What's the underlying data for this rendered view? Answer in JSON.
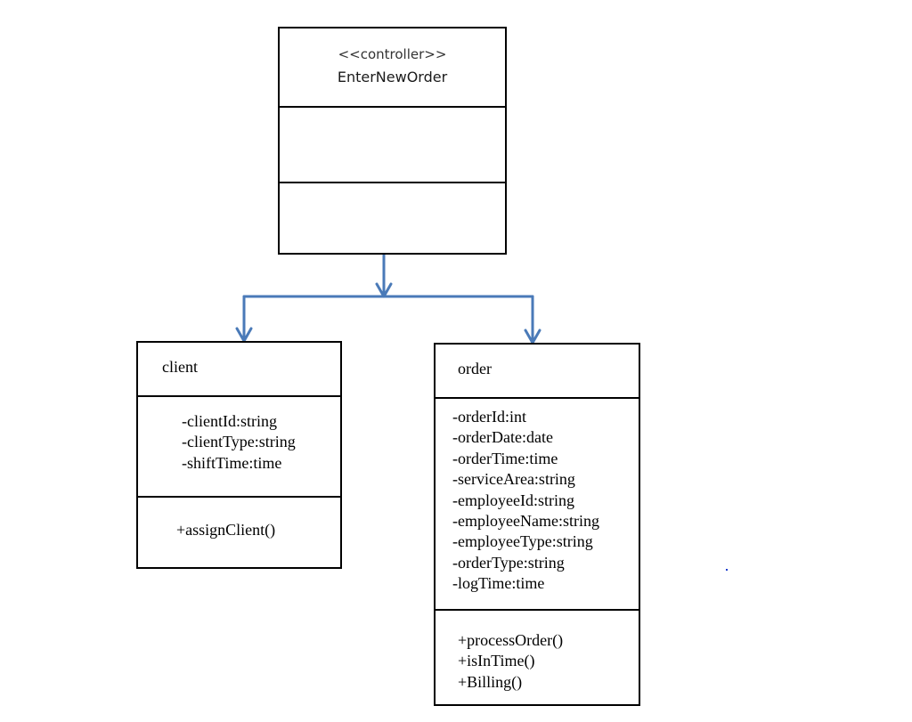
{
  "controller_class": {
    "stereotype": "<<controller>>",
    "name": "EnterNewOrder"
  },
  "client_class": {
    "name": "client",
    "attributes": [
      "-clientId:string",
      "-clientType:string",
      "-shiftTime:time"
    ],
    "operations": [
      "+assignClient()"
    ]
  },
  "order_class": {
    "name": "order",
    "attributes": [
      "-orderId:int",
      "-orderDate:date",
      "-orderTime:time",
      "-serviceArea:string",
      "-employeeId:string",
      "-employeeName:string",
      "-employeeType:string",
      "-orderType:string",
      "-logTime:time"
    ],
    "operations": [
      "+processOrder()",
      "+isInTime()",
      "+Billing()"
    ]
  },
  "colors": {
    "connector": "#4a7ab8",
    "border": "#000000"
  }
}
